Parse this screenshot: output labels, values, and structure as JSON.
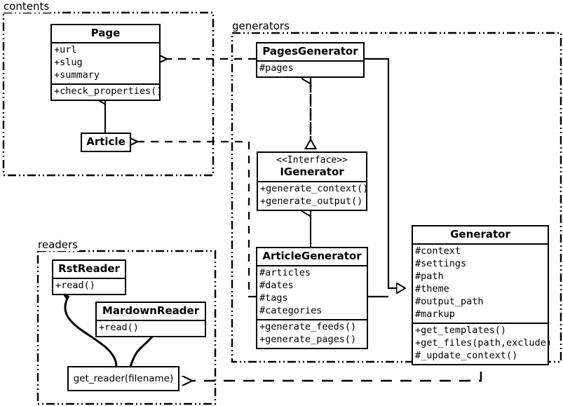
{
  "diagram": {
    "title": "Pelican architecture UML class diagram",
    "stroke_color": "#000000",
    "background_color": "#ffffff"
  },
  "packages": [
    {
      "id": "contents",
      "label": "contents"
    },
    {
      "id": "generators",
      "label": "generators"
    },
    {
      "id": "readers",
      "label": "readers"
    }
  ],
  "classes": {
    "page": {
      "name": "Page",
      "attributes": [
        "+url",
        "+slug",
        "+summary"
      ],
      "methods": [
        "+check_properties()"
      ]
    },
    "article": {
      "name": "Article",
      "attributes": [],
      "methods": []
    },
    "pages_generator": {
      "name": "PagesGenerator",
      "attributes": [
        "#pages"
      ],
      "methods": []
    },
    "igenerator": {
      "stereotype": "<<Interface>>",
      "name": "IGenerator",
      "attributes": [],
      "methods": [
        "+generate_context()",
        "+generate_output()"
      ]
    },
    "article_generator": {
      "name": "ArticleGenerator",
      "attributes": [
        "#articles",
        "#dates",
        "#tags",
        "#categories"
      ],
      "methods": [
        "+generate_feeds()",
        "+generate_pages()"
      ]
    },
    "generator": {
      "name": "Generator",
      "attributes": [
        "#context",
        "#settings",
        "#path",
        "#theme",
        "#output_path",
        "#markup"
      ],
      "methods": [
        "+get_templates()",
        "+get_files(path,exclude)",
        "#_update_context()"
      ]
    },
    "rst_reader": {
      "name": "RstReader",
      "attributes": [],
      "methods": [
        "+read()"
      ]
    },
    "mardown_reader": {
      "name": "MardownReader",
      "attributes": [],
      "methods": [
        "+read()"
      ]
    },
    "get_reader": {
      "name": "get_reader(filename)"
    }
  },
  "relationships": [
    {
      "id": "article-to-page",
      "type": "generalization",
      "from": "Article",
      "to": "Page"
    },
    {
      "id": "pagesgenerator-to-page",
      "type": "dependency",
      "from": "PagesGenerator",
      "to": "Page"
    },
    {
      "id": "articlegenerator-to-article",
      "type": "dependency",
      "from": "ArticleGenerator",
      "to": "Article"
    },
    {
      "id": "pagesgenerator-to-igenerator",
      "type": "realization",
      "from": "PagesGenerator",
      "to": "IGenerator"
    },
    {
      "id": "articlegenerator-to-igenerator",
      "type": "generalization",
      "from": "ArticleGenerator",
      "to": "IGenerator"
    },
    {
      "id": "pagesgenerator-to-generator",
      "type": "generalization",
      "from": "PagesGenerator",
      "to": "Generator"
    },
    {
      "id": "articlegenerator-to-generator",
      "type": "generalization",
      "from": "ArticleGenerator",
      "to": "Generator"
    },
    {
      "id": "generator-to-getreader",
      "type": "dependency",
      "from": "Generator",
      "to": "get_reader(filename)"
    },
    {
      "id": "getreader-to-rstreader",
      "type": "creates",
      "from": "get_reader(filename)",
      "to": "RstReader"
    },
    {
      "id": "getreader-to-mardownreader",
      "type": "creates",
      "from": "get_reader(filename)",
      "to": "MardownReader"
    }
  ]
}
